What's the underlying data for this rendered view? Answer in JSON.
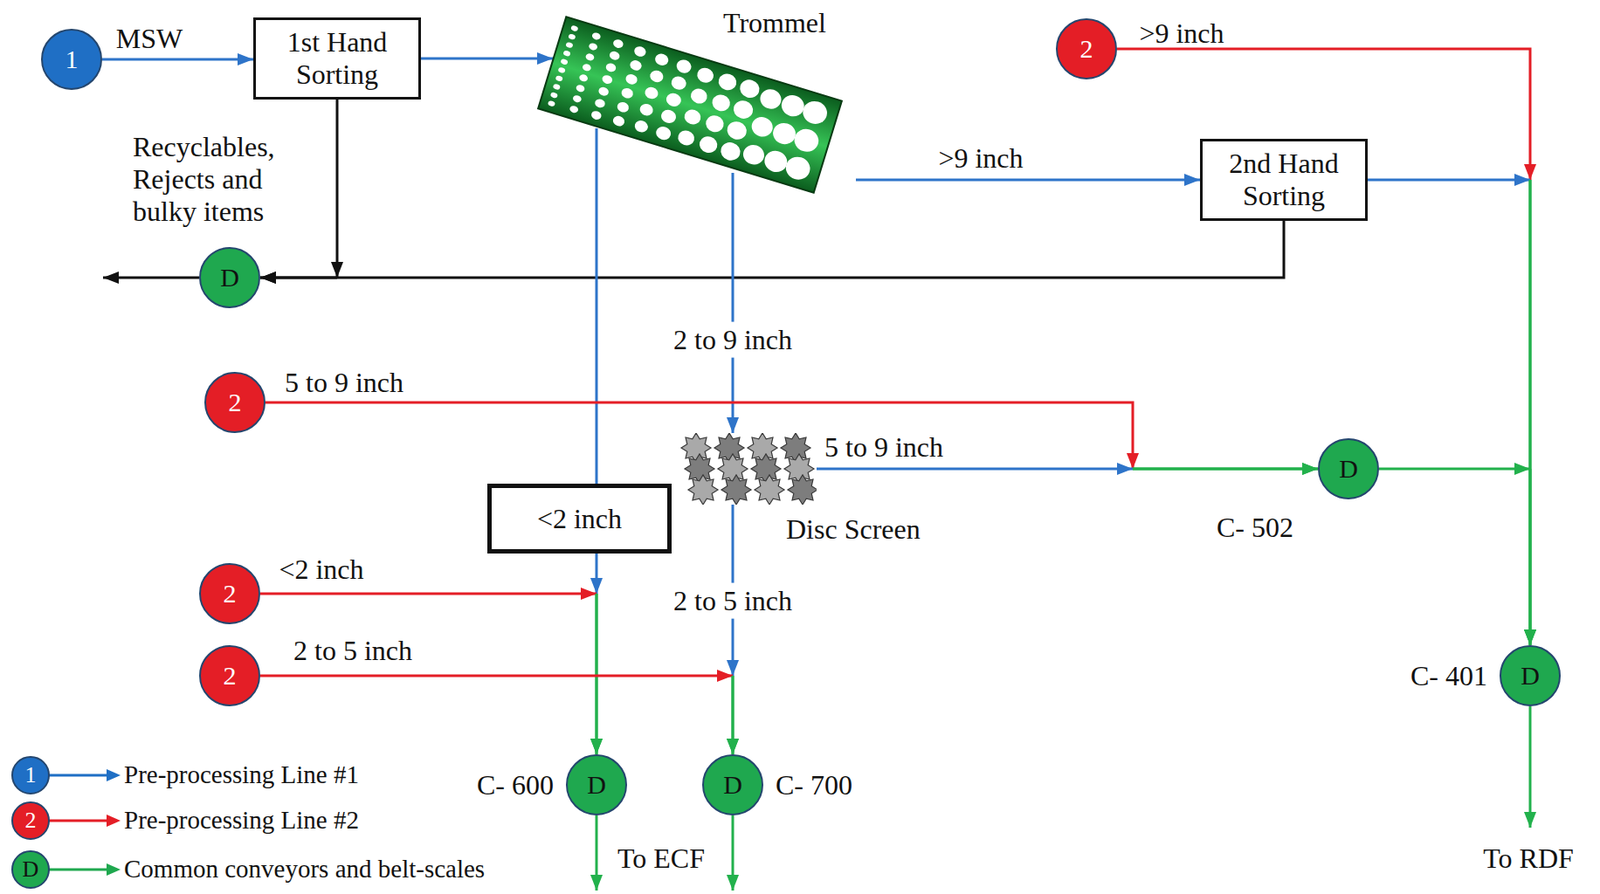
{
  "diagram": {
    "nodes": [
      {
        "text": [
          "1"
        ]
      },
      {
        "text": [
          "1st Hand Sorting"
        ]
      },
      {
        "text": [
          "Trommel"
        ]
      },
      {
        "text": [
          "2"
        ]
      },
      {
        "text": [
          "2nd Hand Sorting"
        ]
      },
      {
        "text": [
          "D"
        ]
      },
      {
        "text": [
          "2"
        ]
      },
      {
        "text": [
          "Disc Screen"
        ]
      },
      {
        "text": [
          "D",
          "C- 502"
        ]
      },
      {
        "text": [
          "<2 inch"
        ]
      },
      {
        "text": [
          "2"
        ]
      },
      {
        "text": [
          "2"
        ]
      },
      {
        "text": [
          "D",
          "C- 401"
        ]
      },
      {
        "text": [
          "D",
          "C- 600"
        ]
      },
      {
        "text": [
          "D",
          "C- 700"
        ]
      }
    ],
    "edges": [
      {
        "from": 0,
        "to": 1,
        "label": "MSW",
        "arrow": "to"
      },
      {
        "from": 1,
        "to": 2,
        "arrow": "to"
      },
      {
        "from": 2,
        "to": 4,
        "label": ">9 inch",
        "arrow": "to"
      },
      {
        "from": 3,
        "to": 12,
        "label": ">9 inch",
        "arrow": "to"
      },
      {
        "from": 4,
        "to": 12,
        "arrow": "to"
      },
      {
        "from": 1,
        "to": 5,
        "arrow": "to"
      },
      {
        "from": 4,
        "to": 5,
        "arrow": "to"
      },
      {
        "from": 2,
        "to": 9,
        "arrow": "none"
      },
      {
        "from": 2,
        "to": 7,
        "label": "2 to 9 inch",
        "arrow": "to"
      },
      {
        "from": 6,
        "to": 8,
        "label": "5 to 9 inch",
        "arrow": "to"
      },
      {
        "from": 7,
        "to": 8,
        "label": "5 to 9 inch",
        "arrow": "to"
      },
      {
        "from": 8,
        "to": 12,
        "arrow": "to"
      },
      {
        "from": 9,
        "to": 13,
        "arrow": "to"
      },
      {
        "from": 10,
        "to": 13,
        "label": "<2 inch",
        "arrow": "to"
      },
      {
        "from": 7,
        "to": 14,
        "label": "2 to 5 inch",
        "arrow": "to"
      },
      {
        "from": 11,
        "to": 14,
        "label": "2 to 5 inch",
        "arrow": "to"
      }
    ],
    "labels": [
      "Recyclables, Rejects and bulky items",
      "1",
      "2",
      "To ECF",
      "To RDF",
      "D"
    ],
    "legend": [
      {
        "text": "Pre-processing Line #1",
        "color": "#1f6fc5"
      },
      {
        "text": "Pre-processing Line #2",
        "color": "#e41e26"
      },
      {
        "text": "Common conveyors and belt-scales",
        "color": "#1fa84f"
      }
    ]
  }
}
